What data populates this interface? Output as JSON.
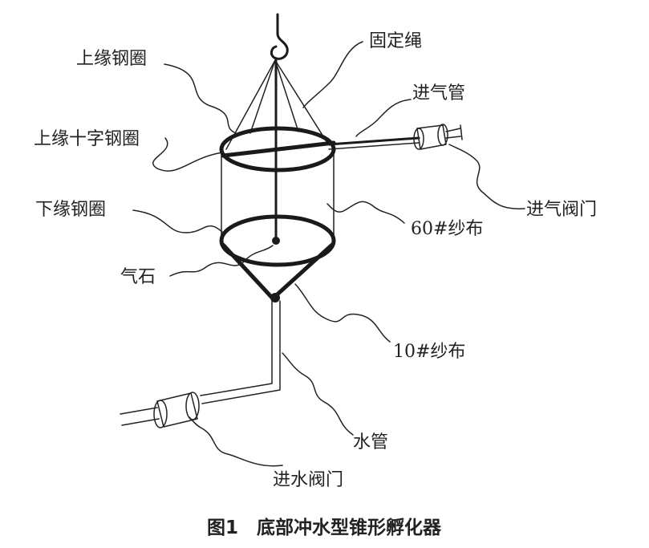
{
  "labels": {
    "upper_ring": "上缘钢圈",
    "fixing_rope": "固定绳",
    "air_inlet_pipe": "进气管",
    "upper_cross_ring": "上缘十字钢圈",
    "air_inlet_valve": "进气阀门",
    "lower_ring": "下缘钢圈",
    "gauze_60": "60#纱布",
    "air_stone": "气石",
    "gauze_10": "10#纱布",
    "water_pipe": "水管",
    "water_inlet_valve": "进水阀门"
  },
  "caption": "图1　底部冲水型锥形孵化器"
}
